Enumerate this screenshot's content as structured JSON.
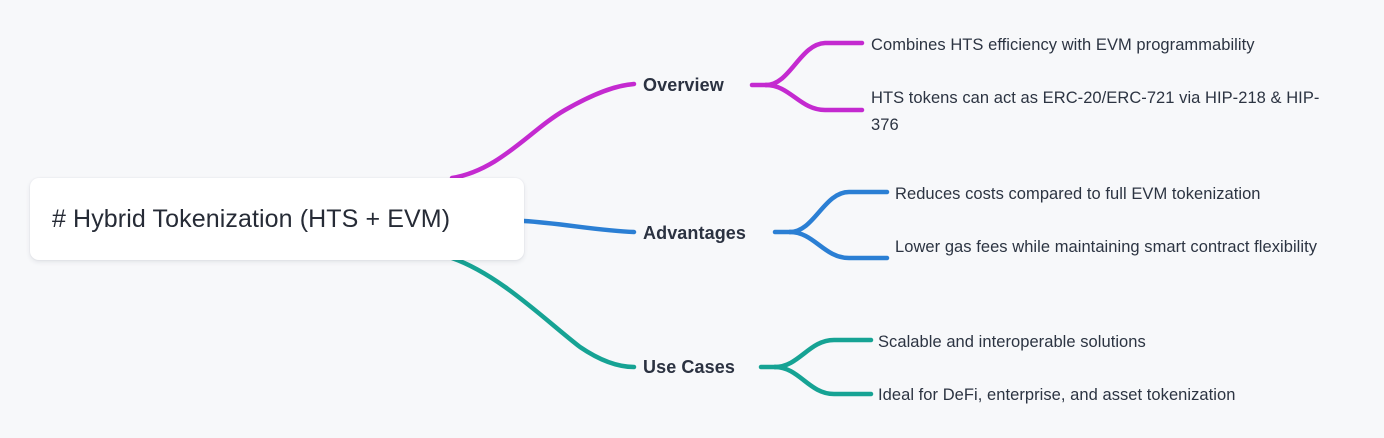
{
  "diagram": {
    "type": "mindmap",
    "background_color": "#f7f8fa",
    "root": {
      "label": "# Hybrid Tokenization (HTS + EVM)",
      "text_color": "#262b36",
      "fill": "#ffffff"
    },
    "branches": [
      {
        "label": "Overview",
        "color": "#c42ad0",
        "children": [
          "Combines HTS efficiency with EVM programmability",
          "HTS tokens can act as ERC-20/ERC-721 via HIP-218 & HIP-376"
        ]
      },
      {
        "label": "Advantages",
        "color": "#2b7fd4",
        "children": [
          "Reduces costs compared to full EVM tokenization",
          "Lower gas fees while maintaining smart contract flexibility"
        ]
      },
      {
        "label": "Use Cases",
        "color": "#16a394",
        "children": [
          "Scalable and interoperable solutions",
          "Ideal for DeFi, enterprise, and asset tokenization"
        ]
      }
    ]
  }
}
